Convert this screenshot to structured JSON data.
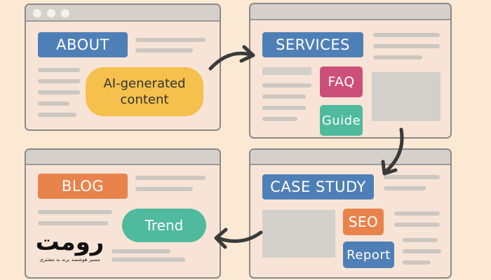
{
  "windows": {
    "about": {
      "label": "ABOUT",
      "pill": "AI-generated\ncontent"
    },
    "services": {
      "label": "SERVICES",
      "tag1": "FAQ",
      "tag2": "Guide"
    },
    "blog": {
      "label": "BLOG",
      "pill": "Trend"
    },
    "case_study": {
      "label": "CASE STUDY",
      "tag1": "SEO",
      "tag2": "Report"
    }
  },
  "logo": {
    "text": "رومت",
    "tagline": "مسیر هوشمند برند به مشتری"
  },
  "colors": {
    "blue": "#4f7fb7",
    "orange": "#e9834c",
    "yellow": "#f5c04b",
    "pink": "#cc4f79",
    "teal": "#4fba9d",
    "arrow": "#3a3a3a"
  }
}
